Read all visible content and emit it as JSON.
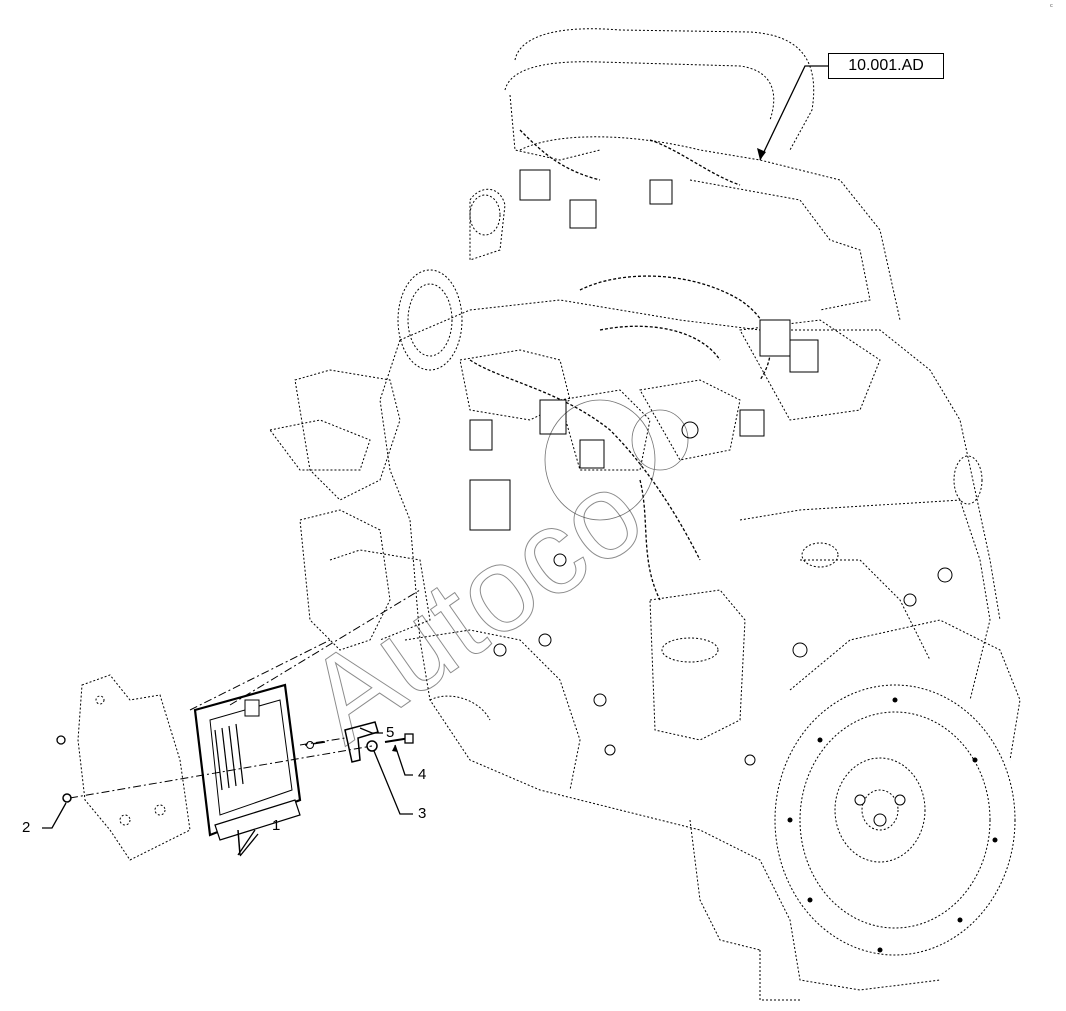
{
  "reference": {
    "label": "10.001.AD"
  },
  "callouts": [
    {
      "id": "1",
      "label": "1"
    },
    {
      "id": "2",
      "label": "2"
    },
    {
      "id": "3",
      "label": "3"
    },
    {
      "id": "4",
      "label": "4"
    },
    {
      "id": "5",
      "label": "5"
    }
  ],
  "watermark": {
    "text": "Autoco"
  },
  "corner_mark": "ᶜ"
}
